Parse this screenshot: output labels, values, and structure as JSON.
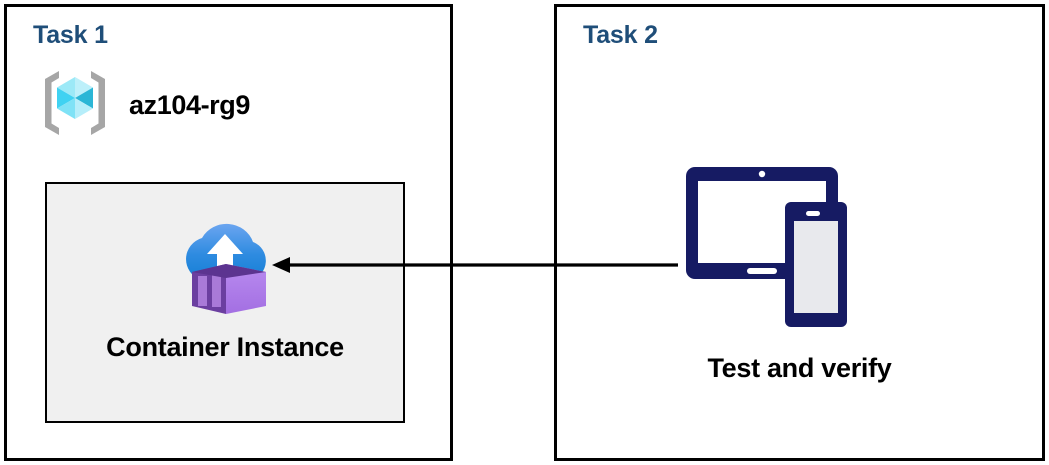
{
  "diagram": {
    "title": "Azure Container Instance task diagram",
    "panels": [
      {
        "id": "task1",
        "title": "Task 1",
        "resource_group": {
          "name": "az104-rg9",
          "icon": "resource-group-cube-icon"
        },
        "resource": {
          "label": "Container Instance",
          "icon": "container-instance-icon"
        }
      },
      {
        "id": "task2",
        "title": "Task 2",
        "action": {
          "label": "Test and verify",
          "icon": "tablet-and-phone-icon"
        }
      }
    ],
    "connector": {
      "name": "test-and-verify-to-container-instance-arrow",
      "direction": "right-to-left",
      "from": "Test and verify",
      "to": "Container Instance",
      "color": "#000000"
    },
    "colors": {
      "title": "#1F4E79",
      "text": "#000000",
      "panel_border": "#000000",
      "inner_box_fill": "#f0f0f0",
      "device_icon": "#161B63",
      "cloud_top": "#5B9BEE",
      "cloud_bottom": "#1B81DC",
      "container_dark": "#6B3FA0",
      "container_light": "#B07FE8",
      "cube_cyan": "#32D2F0",
      "bracket_gray": "#A6A6A6"
    }
  }
}
